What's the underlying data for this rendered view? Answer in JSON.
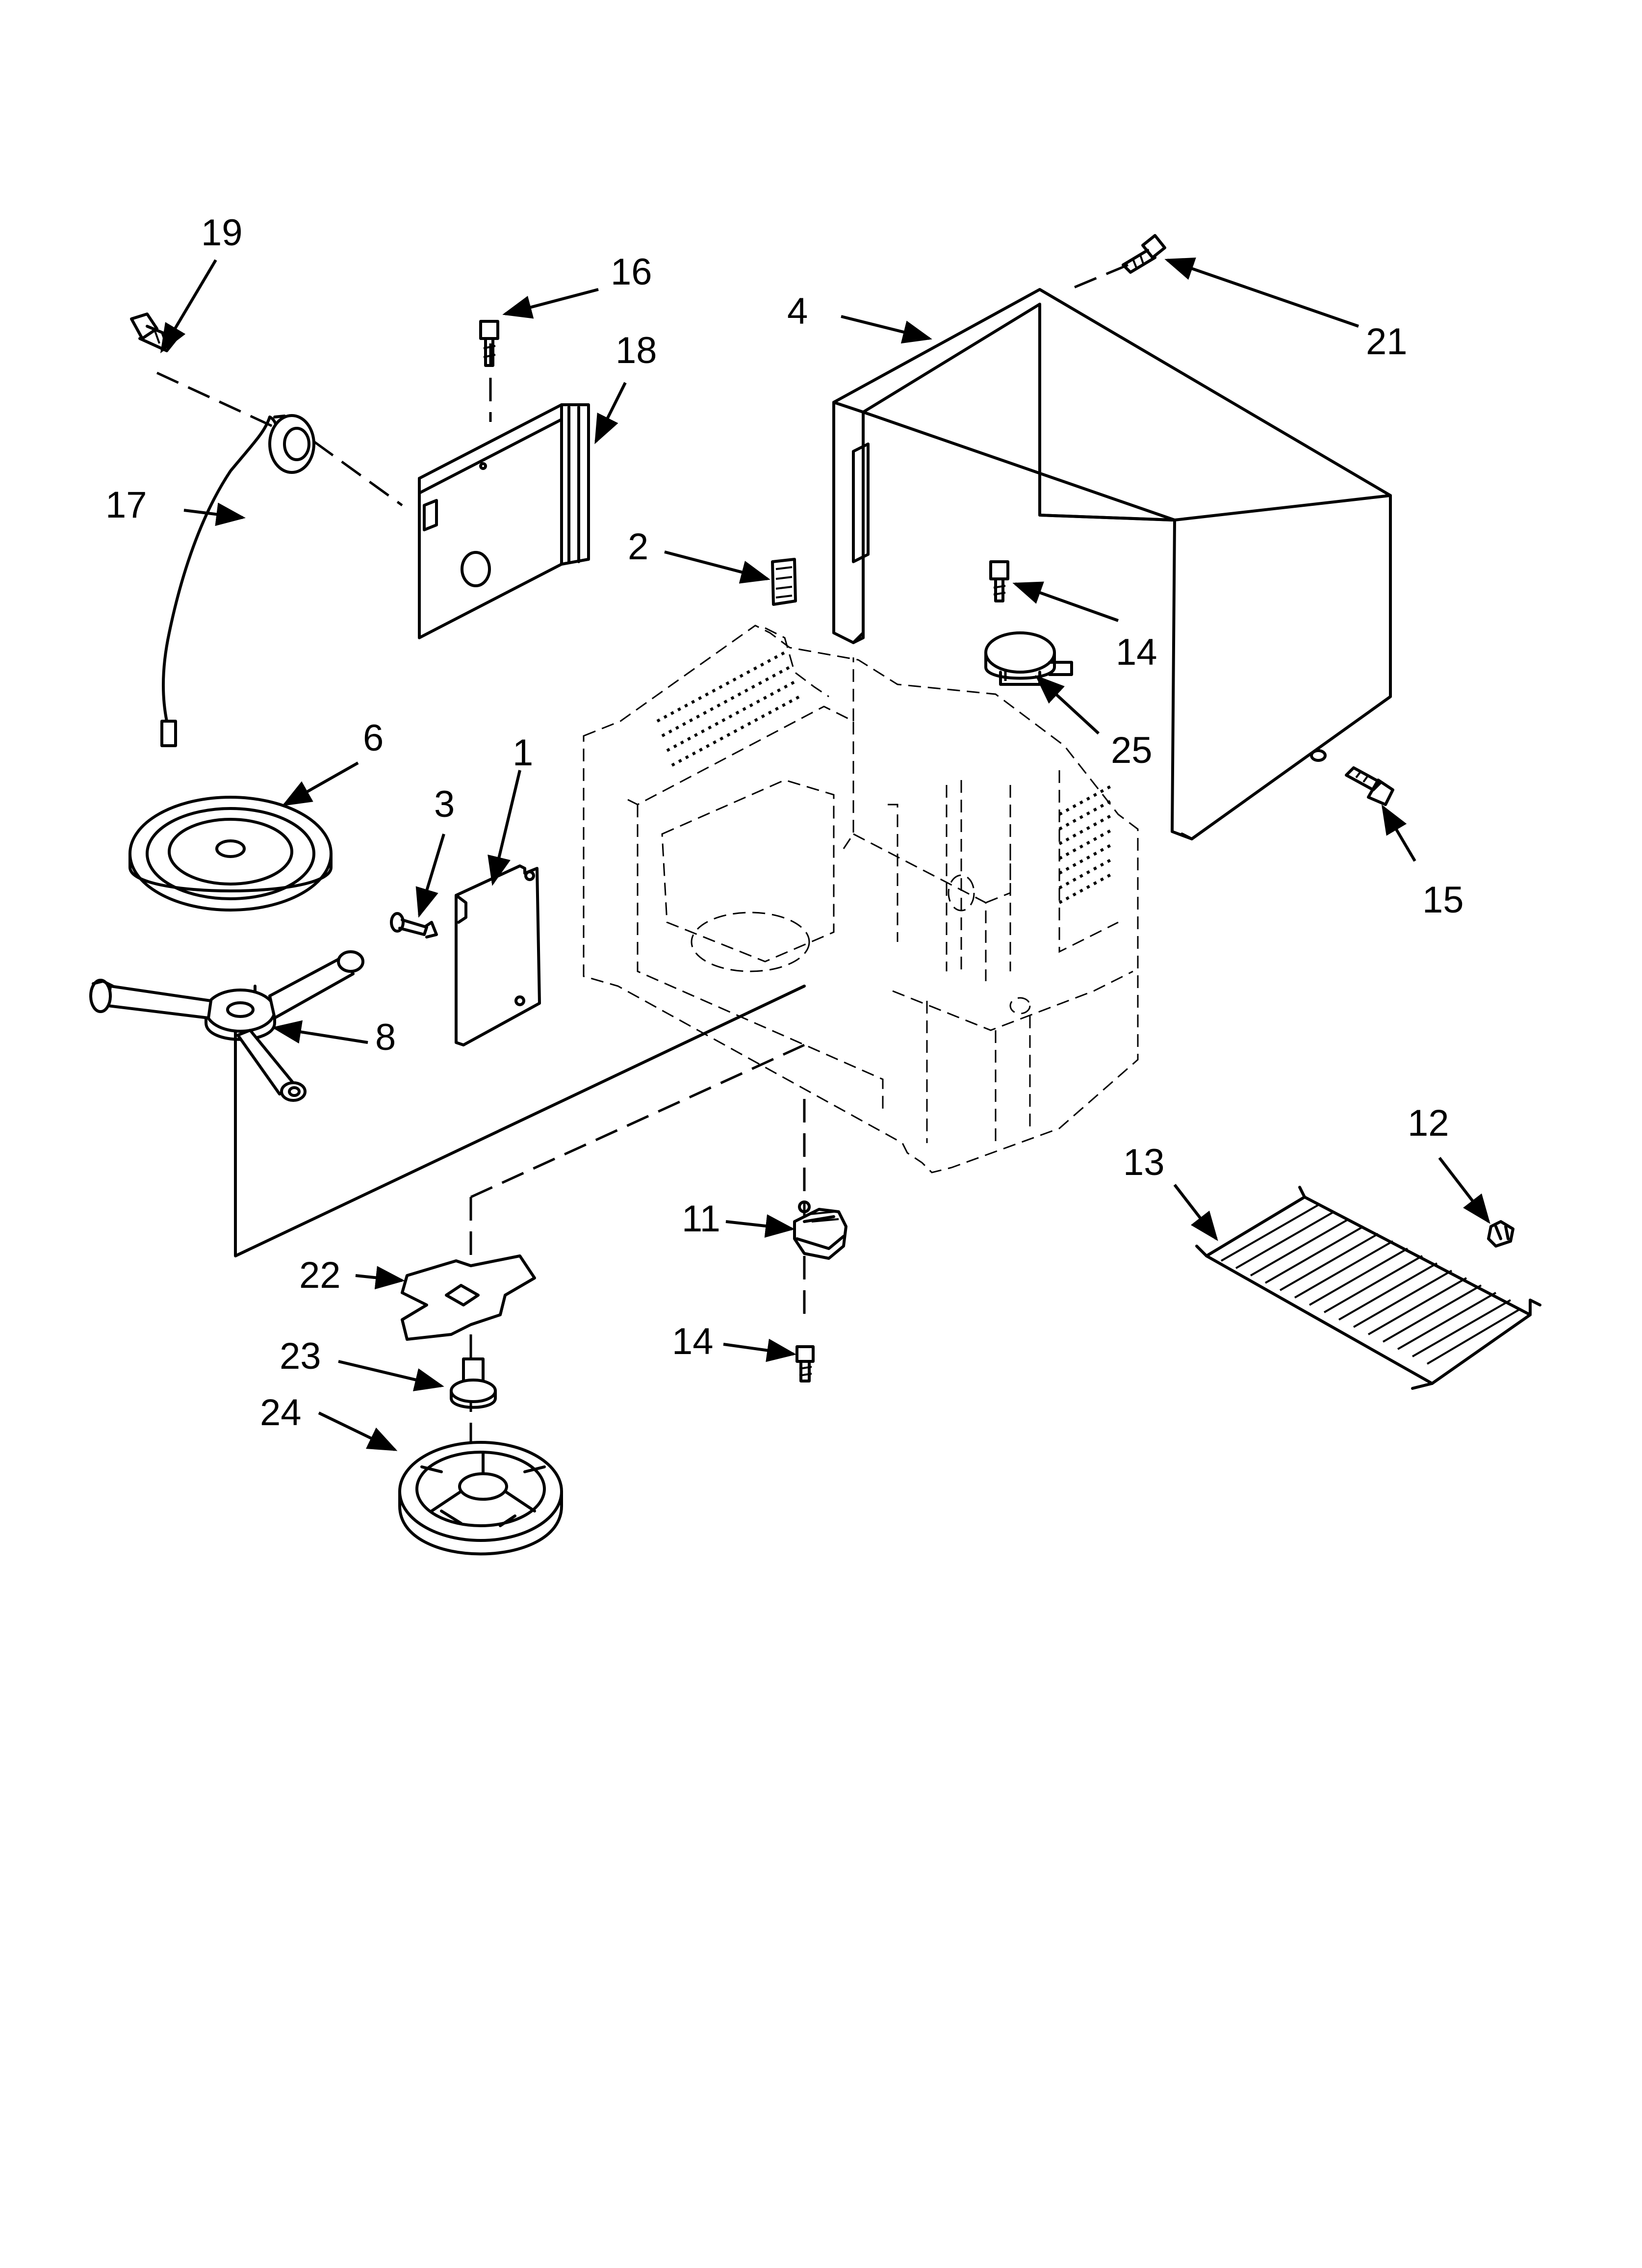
{
  "diagram": {
    "part_numbers": [
      "1",
      "2",
      "3",
      "4",
      "6",
      "8",
      "11",
      "12",
      "13",
      "14",
      "15",
      "16",
      "17",
      "18",
      "19",
      "21",
      "22",
      "23",
      "24",
      "25"
    ],
    "callouts": {
      "c1": "1",
      "c2": "2",
      "c3": "3",
      "c4": "4",
      "c6": "6",
      "c8": "8",
      "c11": "11",
      "c12": "12",
      "c13": "13",
      "c14a": "14",
      "c14b": "14",
      "c15": "15",
      "c16": "16",
      "c17": "17",
      "c18": "18",
      "c19": "19",
      "c21": "21",
      "c22": "22",
      "c23": "23",
      "c24": "24",
      "c25": "25"
    }
  }
}
